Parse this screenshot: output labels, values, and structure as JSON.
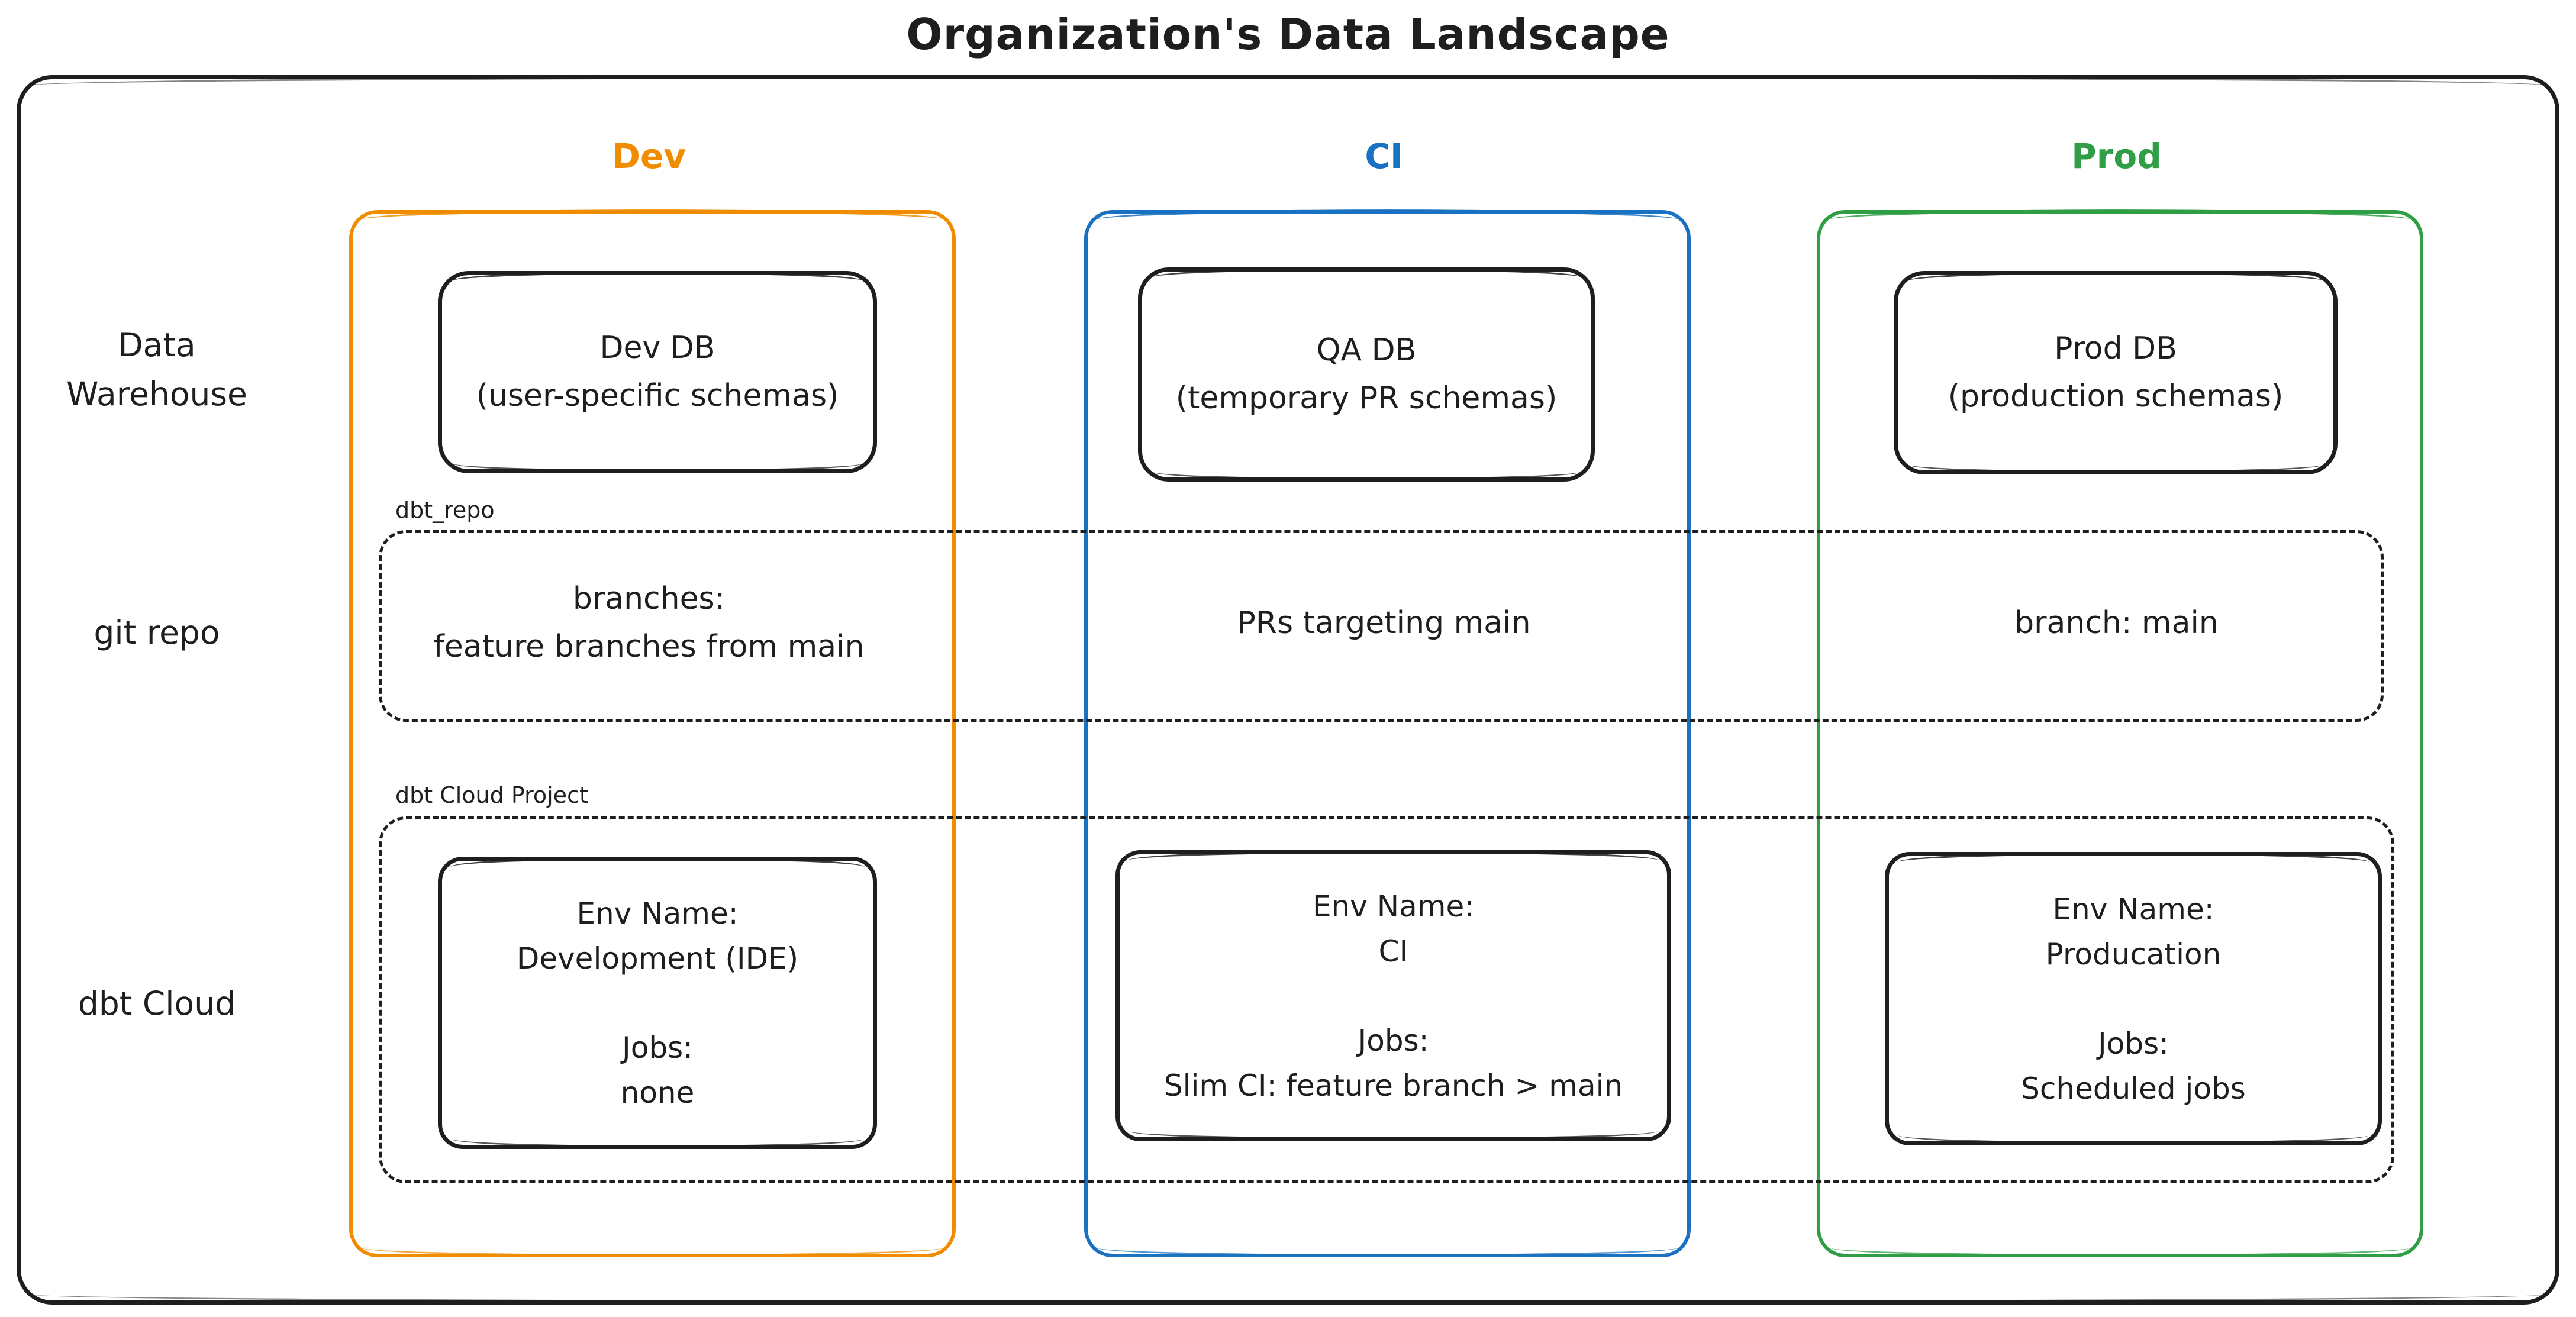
{
  "title": "Organization's Data Landscape",
  "colors": {
    "dev_accent": "#f08c00",
    "ci_accent": "#1971c2",
    "prod_accent": "#2f9e44",
    "ink": "#1e1e1e"
  },
  "row_labels": {
    "warehouse_lines": [
      "Data",
      "Warehouse"
    ],
    "git": "git repo",
    "dbt": "dbt Cloud"
  },
  "frames": {
    "git_repo_label": "dbt_repo",
    "dbt_cloud_project_label": "dbt Cloud Project"
  },
  "columns": [
    {
      "header": "Dev",
      "accent": "#f08c00",
      "warehouse_box_lines": [
        "Dev DB",
        "(user-specific schemas)"
      ],
      "git_lines": [
        "branches:",
        "feature branches from main"
      ],
      "dbt_box_lines": [
        "Env Name:",
        "Development (IDE)",
        "",
        "Jobs:",
        "none"
      ]
    },
    {
      "header": "CI",
      "accent": "#1971c2",
      "warehouse_box_lines": [
        "QA DB",
        "(temporary PR schemas)"
      ],
      "git_lines": [
        "PRs targeting main"
      ],
      "dbt_box_lines": [
        "Env Name:",
        "CI",
        "",
        "Jobs:",
        "Slim CI: feature branch > main"
      ]
    },
    {
      "header": "Prod",
      "accent": "#2f9e44",
      "warehouse_box_lines": [
        "Prod DB",
        "(production schemas)"
      ],
      "git_lines": [
        "branch: main"
      ],
      "dbt_box_lines": [
        "Env Name:",
        "Producation",
        "",
        "Jobs:",
        "Scheduled jobs"
      ]
    }
  ]
}
